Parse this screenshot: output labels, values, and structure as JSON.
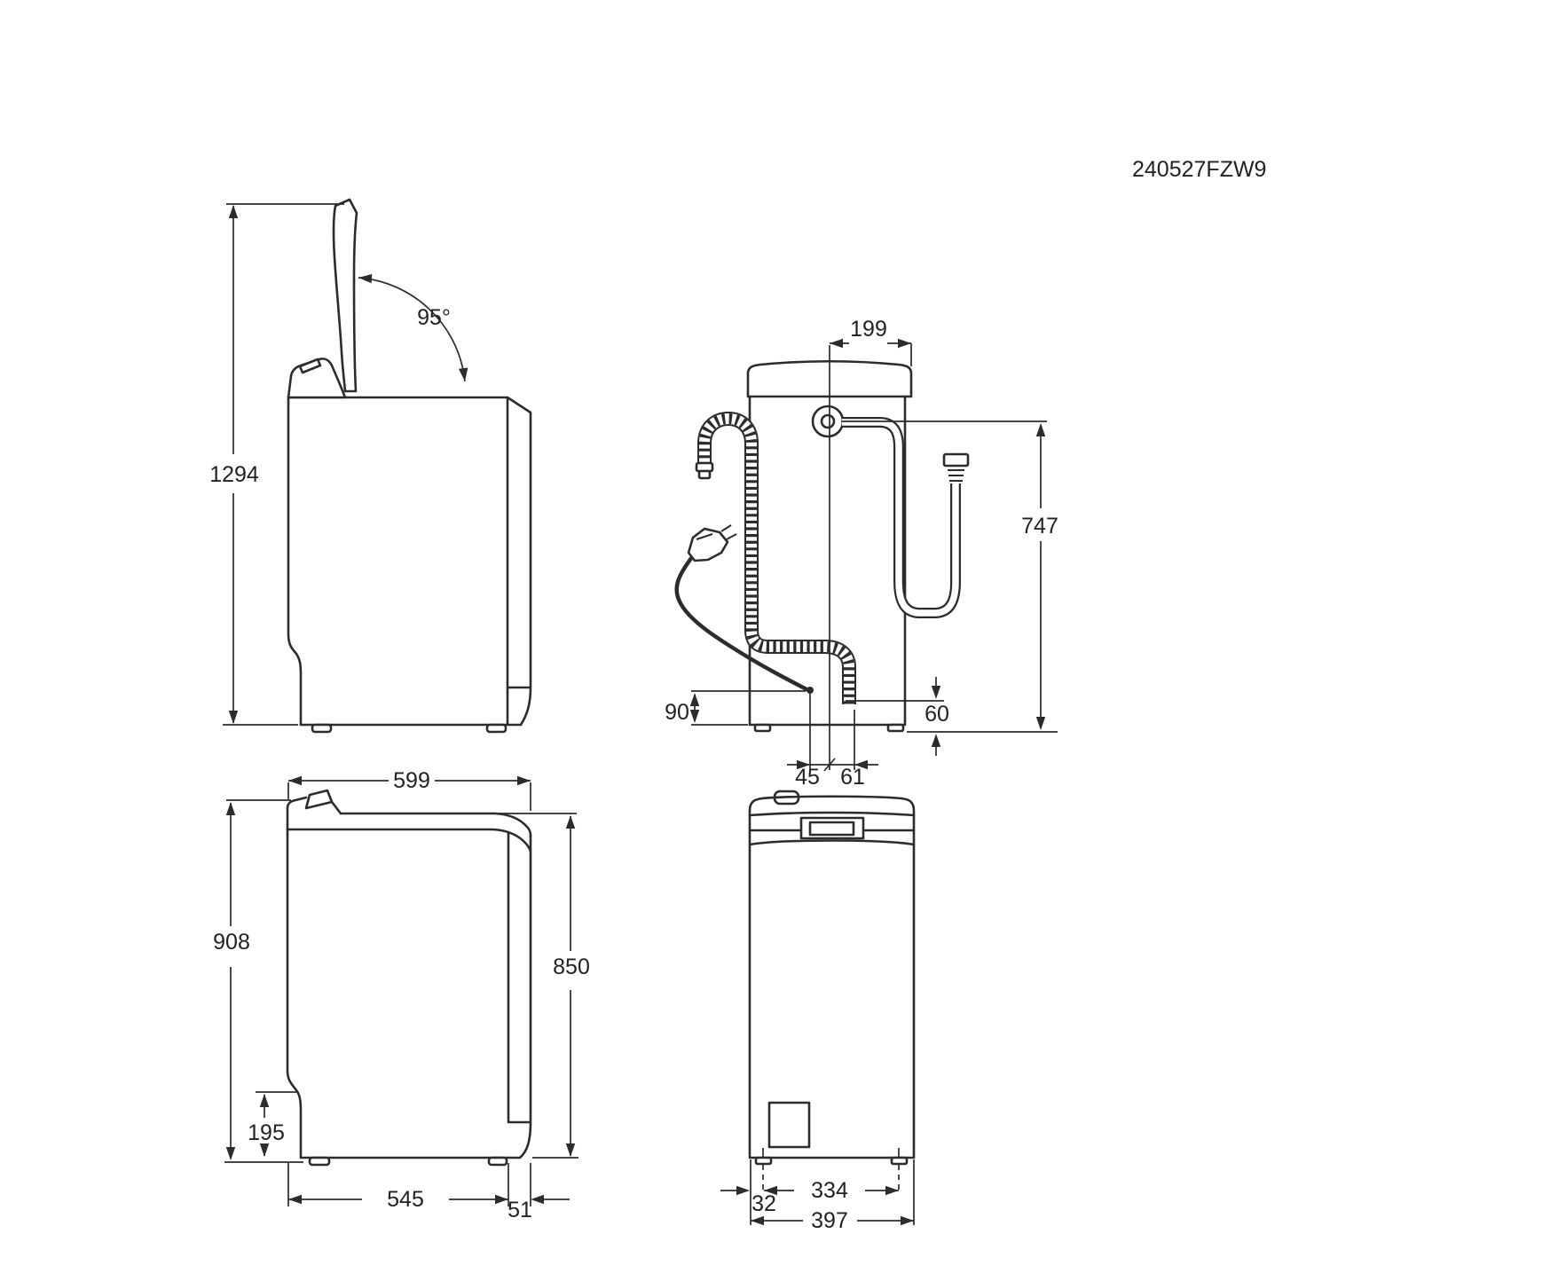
{
  "drawing": {
    "part_number": "240527FZW9",
    "side_open_view": {
      "height_label": "1294",
      "lid_angle_label": "95°"
    },
    "rear_view": {
      "inlet_offset_label": "199",
      "inlet_hose_height_label": "747",
      "cord_height_label": "90",
      "drain_height_label": "60",
      "cord_offset_label": "45",
      "drain_offset_label": "61"
    },
    "side_view": {
      "depth_label": "599",
      "total_height_label": "908",
      "body_height_label": "850",
      "rear_recess_label": "195",
      "base_depth_label": "545",
      "front_panel_label": "51"
    },
    "front_view": {
      "feet_span_label": "334",
      "foot_inset_label": "32",
      "width_label": "397"
    }
  }
}
